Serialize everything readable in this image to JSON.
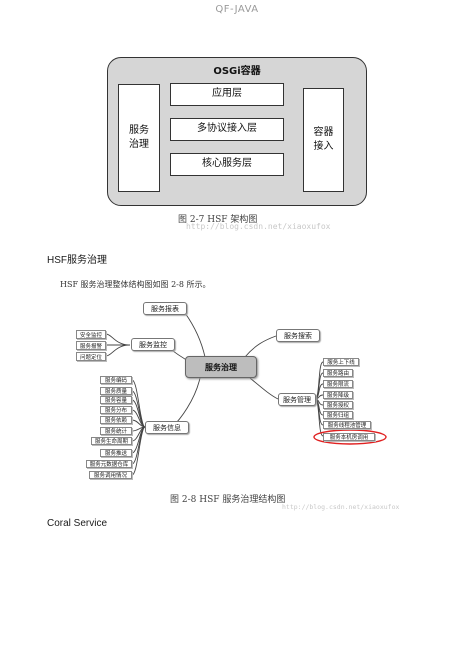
{
  "page": {
    "header_title": "QF-JAVA"
  },
  "figure_2_7": {
    "container_title": "OSGi容器",
    "left_box": "服务\n治理",
    "right_box": "容器\n接入",
    "layers": [
      "应用层",
      "多协议接入层",
      "核心服务层"
    ],
    "caption": "图 2-7    HSF 架构图",
    "watermark": "http://blog.csdn.net/xiaoxufox"
  },
  "section_hsf": {
    "heading": "HSF服务治理",
    "paragraph": "HSF 服务治理整体结构图如图 2-8 所示。"
  },
  "figure_2_8": {
    "center": "服务治理",
    "branches": {
      "report": "服务报表",
      "monitor": "服务监控",
      "info": "服务信息",
      "search": "服务搜索",
      "manage": "服务管理"
    },
    "monitor_leaves": [
      "安全监控",
      "服务报警",
      "问题定位"
    ],
    "info_leaves": [
      "服务编码",
      "服务质量",
      "服务容量",
      "服务分布",
      "服务依赖",
      "服务统计",
      "服务生命周期",
      "服务推送",
      "服务元数据仓库",
      "服务调用情况"
    ],
    "manage_leaves": [
      "服务上下线",
      "服务路由",
      "服务限流",
      "服务降级",
      "服务授权",
      "服务归组",
      "服务线程池管理",
      "服务本机房调用"
    ],
    "highlight_color": "#e02020",
    "caption": "图 2-8    HSF 服务治理结构图",
    "watermark": "http://blog.csdn.net/xiaoxufox"
  },
  "section_coral": {
    "heading": "Coral Service"
  }
}
